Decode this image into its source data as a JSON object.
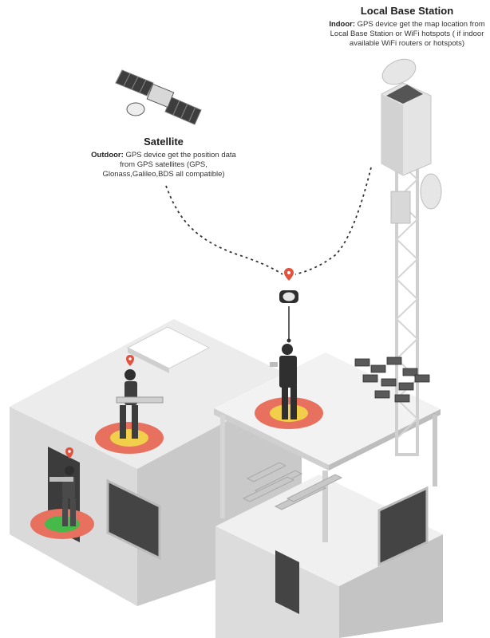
{
  "satellite": {
    "title": "Satellite",
    "mode_label": "Outdoor:",
    "description": "GPS device get the position data from GPS satellites (GPS, Glonass,Galileo,BDS all compatible)"
  },
  "base_station": {
    "title": "Local Base Station",
    "mode_label": "Indoor:",
    "description": "GPS device get the map location from Local Base Station or WiFi hotspots ( if indoor available WiFi routers or hotspots)"
  },
  "colors": {
    "ring_outer": "#e8705e",
    "ring_inner_yellow": "#f2cf4a",
    "ring_inner_green": "#45b94a",
    "pin": "#e2523e",
    "building_light": "#ececec",
    "building_mid": "#d9d9d9",
    "building_dark": "#bdbdbd",
    "worker": "#3d3d3d"
  },
  "icons": [
    "satellite-icon",
    "tower-icon",
    "location-pin-icon",
    "gps-watch-icon",
    "worker-icon"
  ]
}
